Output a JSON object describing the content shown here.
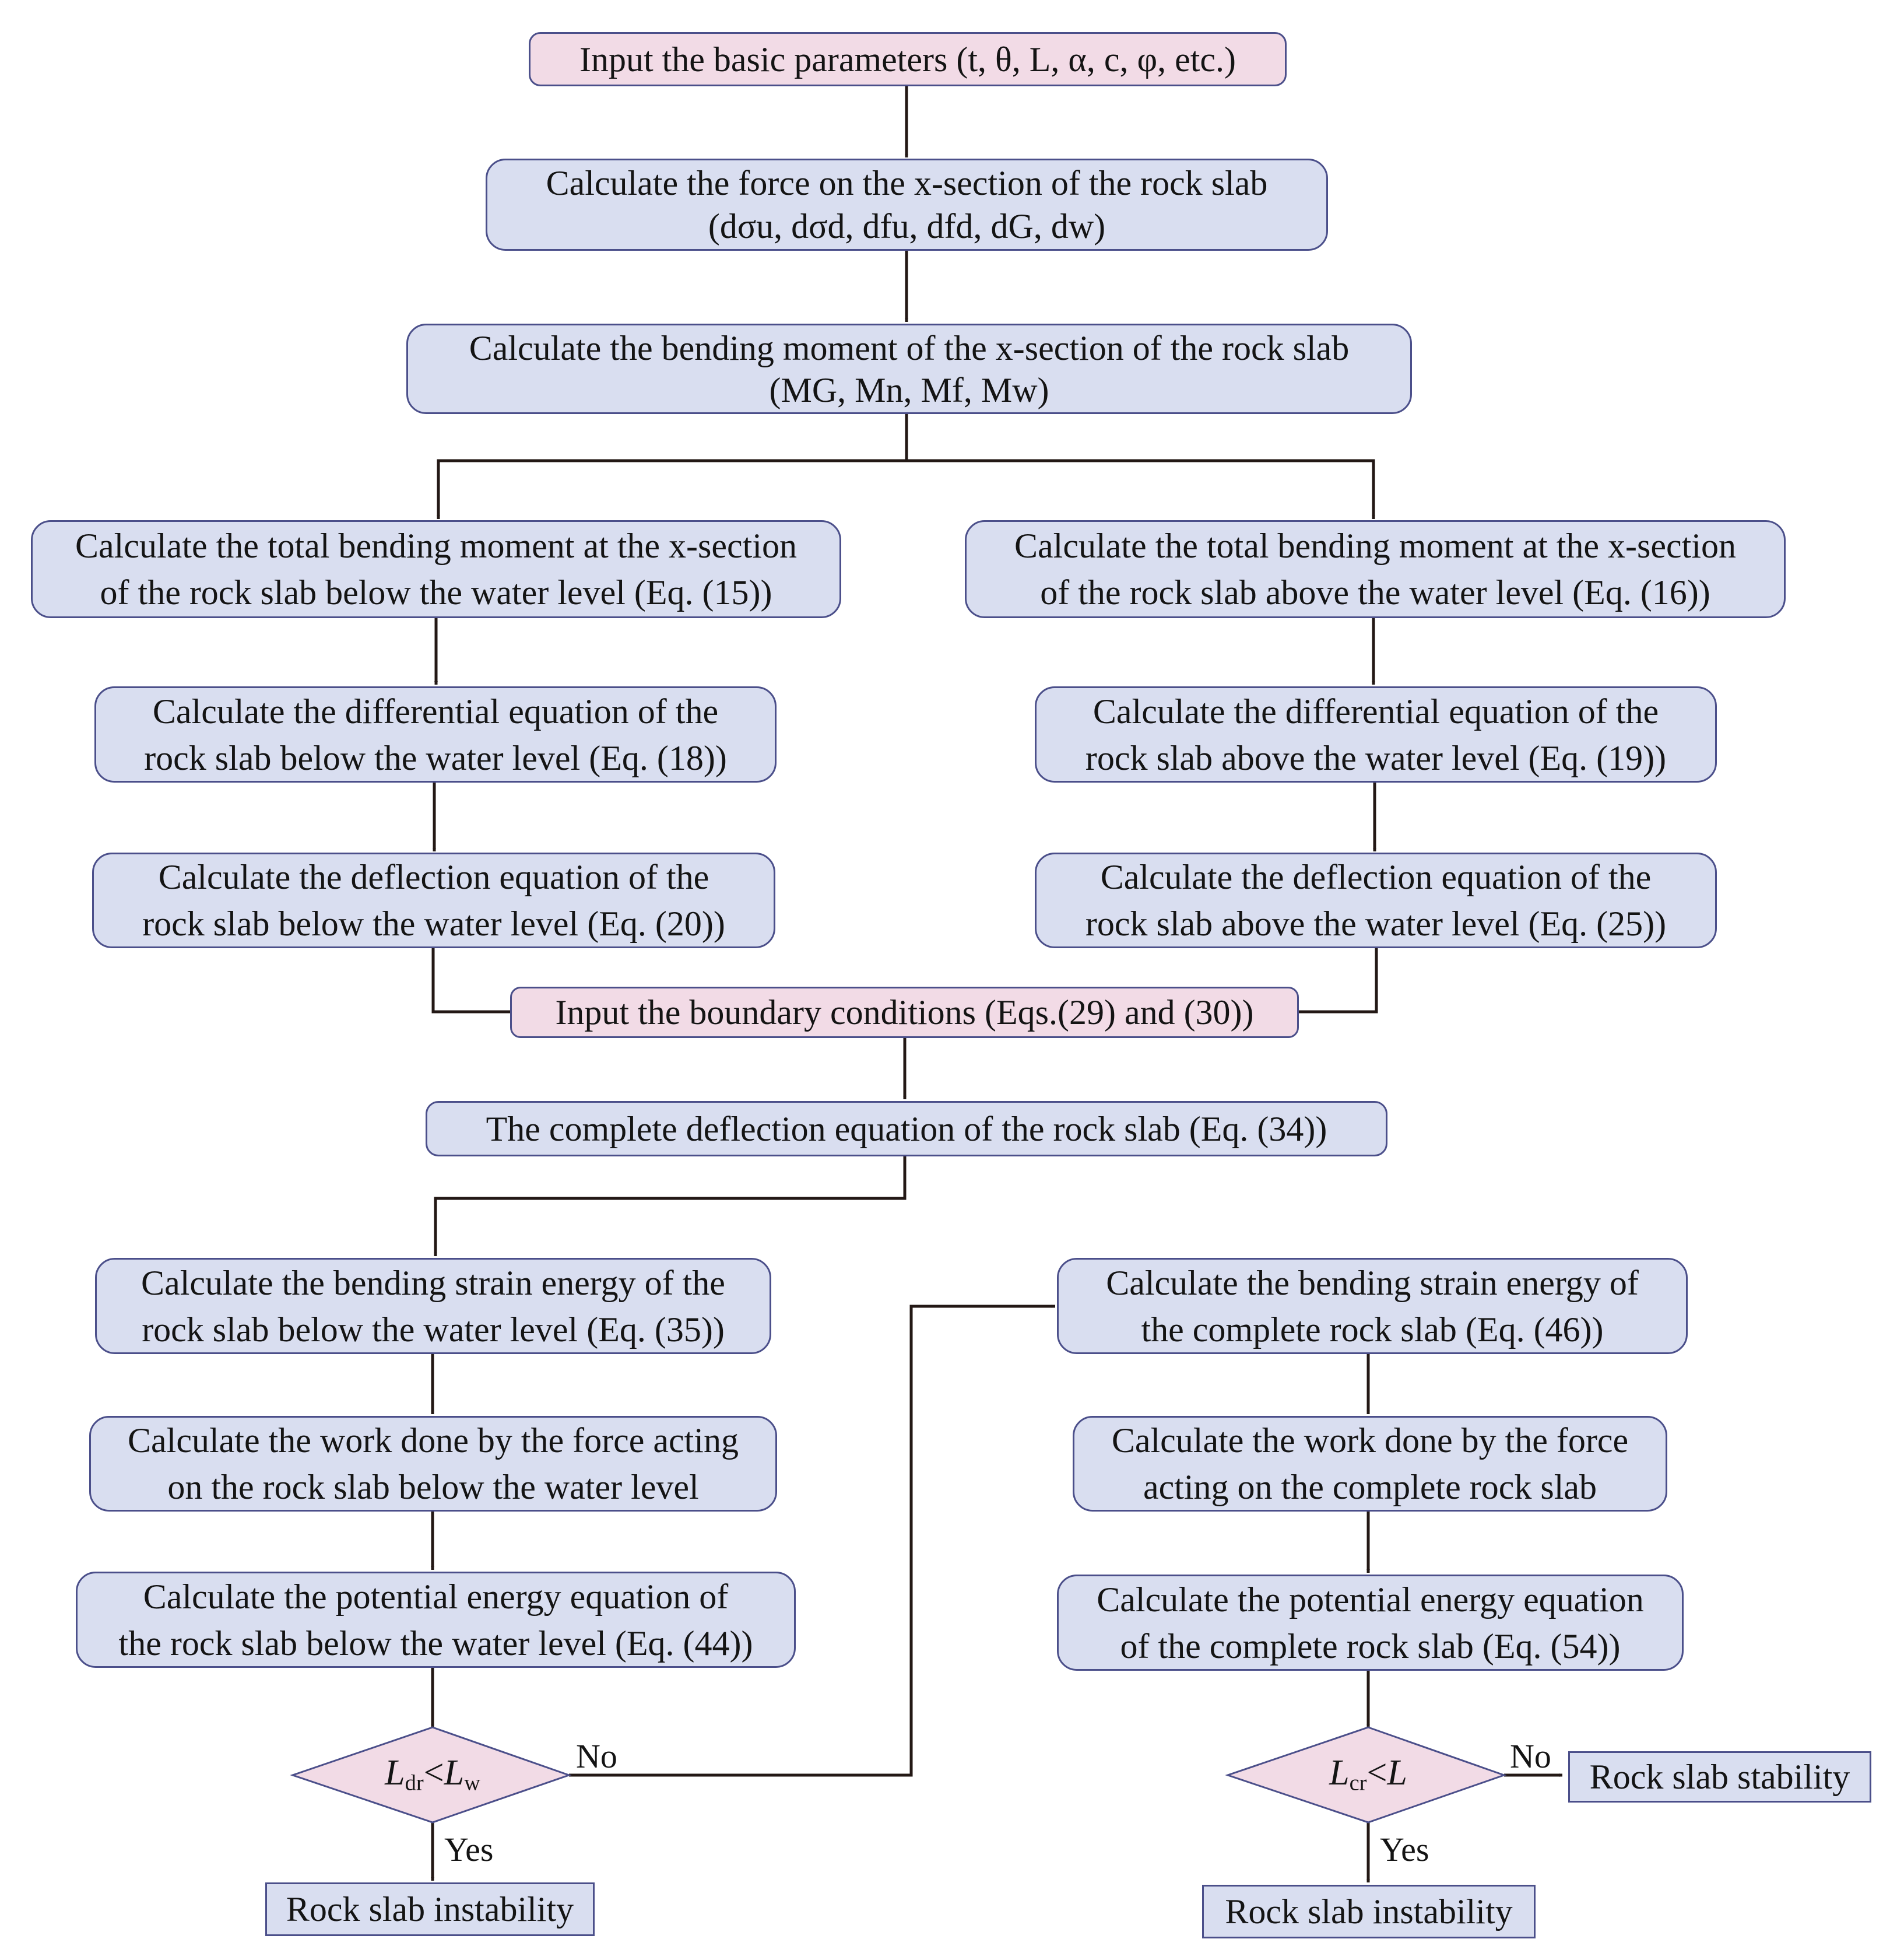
{
  "colors": {
    "box_fill": "#d9def0",
    "input_fill": "#f2dbe6",
    "decision_fill": "#f2dbe6",
    "border": "#4b4f8a",
    "connector": "#231815"
  },
  "nodes": {
    "input_params": {
      "text": "Input the basic parameters (t, θ, L, α, c, φ, etc.)"
    },
    "force": {
      "line1": "Calculate the force on the x-section of the rock slab",
      "line2": "(dσu, dσd, dfu, dfd, dG, dw)"
    },
    "moment": {
      "line1": "Calculate the bending moment of the x-section of the rock slab",
      "line2": "(MG, Mn, Mf, Mw)"
    },
    "left": {
      "total_moment": [
        "Calculate the total bending moment at the x-section",
        "of the rock slab below the water level (Eq. (15))"
      ],
      "differential": [
        "Calculate the differential equation of the",
        "rock slab below the water level (Eq. (18))"
      ],
      "deflection": [
        "Calculate the deflection equation of the",
        "rock slab below the water level (Eq. (20))"
      ],
      "strain_energy": [
        "Calculate the bending strain energy of the",
        "rock slab below the water level (Eq. (35))"
      ],
      "work": [
        "Calculate the work done by the force acting",
        "on the rock slab below the water level"
      ],
      "potential": [
        "Calculate the potential energy equation of",
        "the rock slab below the water level (Eq. (44))"
      ],
      "decision": "Ldr<Lw",
      "yes_label": "Yes",
      "no_label": "No",
      "result": "Rock slab instability"
    },
    "right": {
      "total_moment": [
        "Calculate the total bending moment at the x-section",
        "of the rock slab above the water level (Eq. (16))"
      ],
      "differential": [
        "Calculate the differential equation of the",
        "rock slab above the water level (Eq. (19))"
      ],
      "deflection": [
        "Calculate the deflection equation of the",
        "rock slab above the water level (Eq. (25))"
      ],
      "strain_energy": [
        "Calculate the bending strain energy of",
        "the complete rock slab (Eq. (46))"
      ],
      "work": [
        "Calculate the work done by the force",
        "acting on the complete rock slab"
      ],
      "potential": [
        "Calculate the potential energy equation",
        "of the complete rock slab (Eq. (54))"
      ],
      "decision": "Lcr<L",
      "yes_label": "Yes",
      "no_label": "No",
      "result_yes": "Rock slab instability",
      "result_no": "Rock slab stability"
    },
    "boundary": {
      "text": "Input the boundary conditions (Eqs.(29) and (30))"
    },
    "complete_deflection": {
      "text": "The complete deflection equation of the rock slab (Eq. (34))"
    }
  }
}
